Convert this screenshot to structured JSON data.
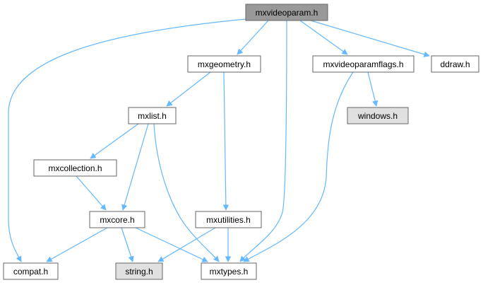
{
  "colors": {
    "edge": "#63b8ff",
    "node_fill": "#ffffff",
    "node_border": "#666666",
    "root_fill": "#999999",
    "system_fill": "#e0e0e0",
    "text": "#000000"
  },
  "nodes": {
    "mxvideoparam": {
      "label": "mxvideoparam.h",
      "kind": "root"
    },
    "mxgeometry": {
      "label": "mxgeometry.h",
      "kind": "normal"
    },
    "mxvideoparamflags": {
      "label": "mxvideoparamflags.h",
      "kind": "normal"
    },
    "ddraw": {
      "label": "ddraw.h",
      "kind": "normal"
    },
    "mxlist": {
      "label": "mxlist.h",
      "kind": "normal"
    },
    "windows": {
      "label": "windows.h",
      "kind": "system"
    },
    "mxcollection": {
      "label": "mxcollection.h",
      "kind": "normal"
    },
    "mxcore": {
      "label": "mxcore.h",
      "kind": "normal"
    },
    "mxutilities": {
      "label": "mxutilities.h",
      "kind": "normal"
    },
    "compat": {
      "label": "compat.h",
      "kind": "normal"
    },
    "string": {
      "label": "string.h",
      "kind": "system"
    },
    "mxtypes": {
      "label": "mxtypes.h",
      "kind": "normal"
    }
  },
  "edges": [
    {
      "from": "mxvideoparam",
      "to": "compat"
    },
    {
      "from": "mxvideoparam",
      "to": "mxgeometry"
    },
    {
      "from": "mxvideoparam",
      "to": "mxtypes"
    },
    {
      "from": "mxvideoparam",
      "to": "mxvideoparamflags"
    },
    {
      "from": "mxvideoparam",
      "to": "ddraw"
    },
    {
      "from": "mxgeometry",
      "to": "mxlist"
    },
    {
      "from": "mxgeometry",
      "to": "mxutilities"
    },
    {
      "from": "mxvideoparamflags",
      "to": "windows"
    },
    {
      "from": "mxvideoparamflags",
      "to": "mxtypes"
    },
    {
      "from": "mxlist",
      "to": "mxcollection"
    },
    {
      "from": "mxlist",
      "to": "mxcore"
    },
    {
      "from": "mxlist",
      "to": "mxtypes"
    },
    {
      "from": "mxcollection",
      "to": "mxcore"
    },
    {
      "from": "mxcore",
      "to": "compat"
    },
    {
      "from": "mxcore",
      "to": "string"
    },
    {
      "from": "mxcore",
      "to": "mxtypes"
    },
    {
      "from": "mxutilities",
      "to": "string"
    },
    {
      "from": "mxutilities",
      "to": "mxtypes"
    }
  ]
}
